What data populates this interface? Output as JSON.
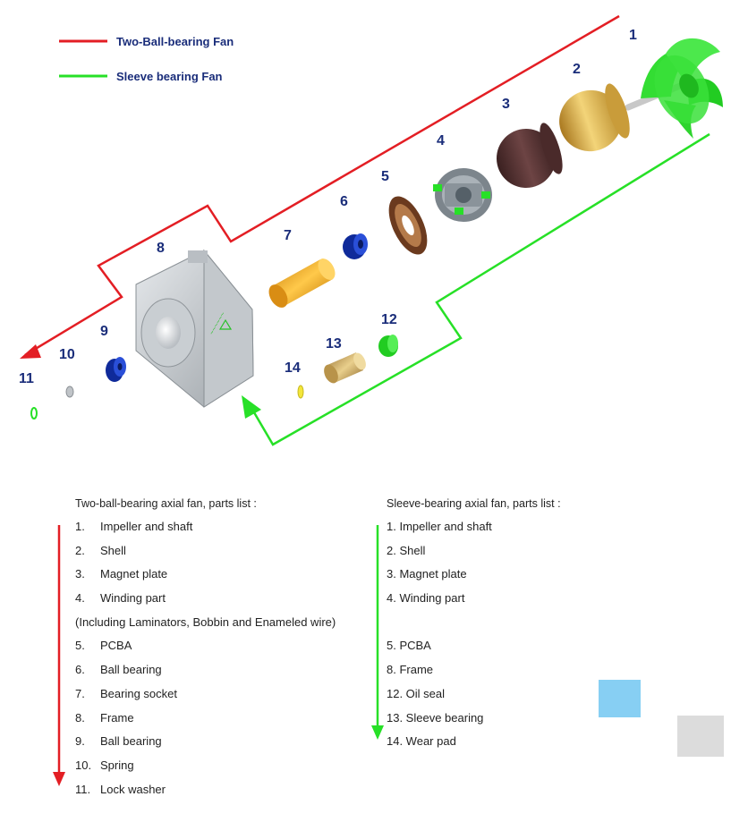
{
  "legend": {
    "ball": {
      "label": "Two-Ball-bearing Fan",
      "color": "#e31e24"
    },
    "sleeve": {
      "label": "Sleeve bearing Fan",
      "color": "#27e027"
    }
  },
  "numbers": [
    "1",
    "2",
    "3",
    "4",
    "5",
    "6",
    "7",
    "8",
    "9",
    "10",
    "11",
    "12",
    "13",
    "14"
  ],
  "ball_list": {
    "heading": "Two-ball-bearing axial fan, parts list :",
    "items": [
      {
        "n": "1.",
        "text": "Impeller and shaft"
      },
      {
        "n": "2.",
        "text": "Shell"
      },
      {
        "n": "3.",
        "text": "Magnet plate"
      },
      {
        "n": "4.",
        "text": "Winding part"
      },
      {
        "n": "",
        "text": "(Including Laminators, Bobbin and Enameled wire)"
      },
      {
        "n": "5.",
        "text": "PCBA"
      },
      {
        "n": "6.",
        "text": "Ball bearing"
      },
      {
        "n": "7.",
        "text": "Bearing socket"
      },
      {
        "n": "8.",
        "text": "Frame"
      },
      {
        "n": "9.",
        "text": "Ball bearing"
      },
      {
        "n": "10.",
        "text": "Spring"
      },
      {
        "n": "11.",
        "text": "Lock washer"
      }
    ]
  },
  "sleeve_list": {
    "heading": "Sleeve-bearing axial fan, parts list :",
    "items": [
      "1. Impeller and shaft",
      "2. Shell",
      "3. Magnet plate",
      "4. Winding part",
      "",
      "5. PCBA",
      "8. Frame",
      "12. Oil seal",
      "13. Sleeve bearing",
      "14. Wear pad"
    ]
  },
  "colors": {
    "label_blue": "#1a2d7a",
    "swatch_blue": "#87cff3",
    "swatch_gray": "#dcdcdc"
  }
}
